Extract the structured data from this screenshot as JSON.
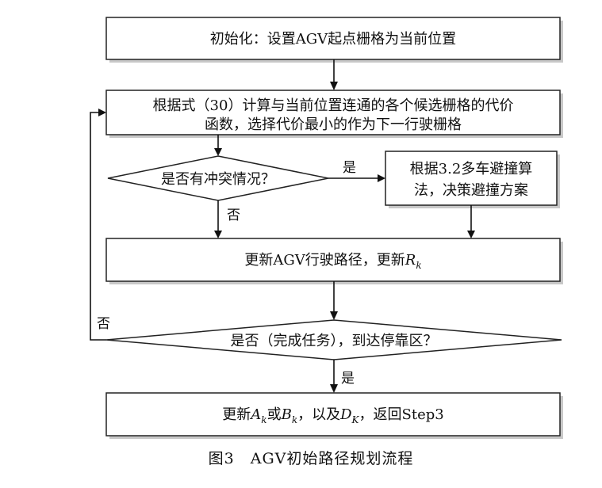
{
  "nodes": {
    "init": {
      "text": "初始化：设置AGV起点栅格为当前位置"
    },
    "compute": {
      "line1": "根据式（30）计算与当前位置连通的各个候选栅格的代价",
      "line2": "函数，选择代价最小的作为下一行驶栅格"
    },
    "conflict": {
      "text": "是否有冲突情况？"
    },
    "avoid": {
      "line1": "根据3.2多车避撞算",
      "line2": "法，决策避撞方案"
    },
    "update_path": {
      "pre": "更新AGV行驶路径，更新",
      "var": "R",
      "sub": "k"
    },
    "done": {
      "text": "是否（完成任务），到达停靠区？"
    },
    "final": {
      "pre": "更新",
      "var1": "A",
      "sub1": "k",
      "mid": "或",
      "var2": "B",
      "sub2": "k",
      "post1": "，以及",
      "var3": "D",
      "sub3": "K",
      "post2": "，返回Step3"
    }
  },
  "edges": {
    "conflict_yes": "是",
    "conflict_no": "否",
    "done_no": "否",
    "done_yes": "是"
  },
  "caption": "图3　AGV初始路径规划流程"
}
